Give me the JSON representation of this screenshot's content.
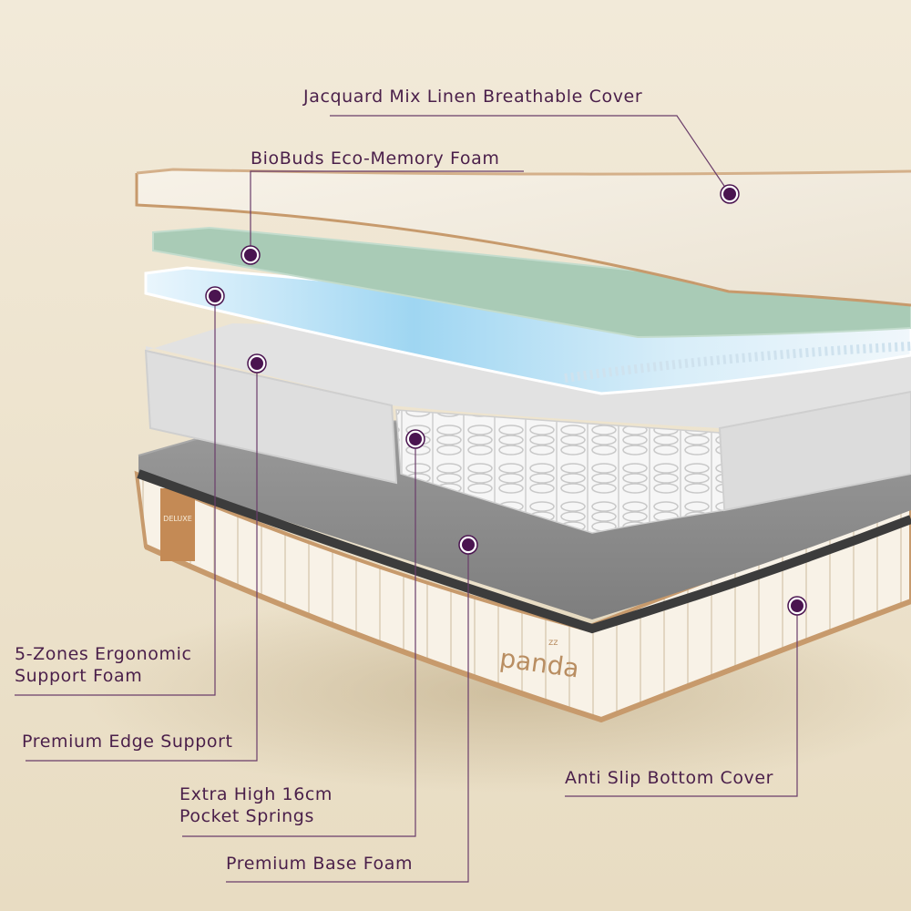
{
  "colors": {
    "background": "#efe6d3",
    "accent": "#4a1450",
    "leader_line": "#6a3d6a",
    "label_text": "#4a1f4a",
    "cover": "#f4efe4",
    "memory_foam": "#a9cbb6",
    "cooling_layer": "#cde9f7",
    "edge_support": "#dcdcdc",
    "springs": "#f3f3f3",
    "base_foam": "#8f8f8f",
    "bottom_cover": "#f7f1e6",
    "trim": "#c79a6c"
  },
  "brand": {
    "logo_text": "panda",
    "logo_mark": "zz",
    "tag_text": "DELUXE"
  },
  "layers": [
    {
      "id": "cover",
      "lines": [
        "Jacquard Mix Linen Breathable Cover"
      ],
      "icon": "dot-marker"
    },
    {
      "id": "memory-foam",
      "lines": [
        "BioBuds Eco-Memory Foam"
      ],
      "icon": "dot-marker"
    },
    {
      "id": "zones-foam",
      "lines": [
        "5-Zones Ergonomic",
        "Support Foam"
      ],
      "icon": "dot-marker"
    },
    {
      "id": "edge-support",
      "lines": [
        "Premium Edge Support"
      ],
      "icon": "dot-marker"
    },
    {
      "id": "springs",
      "lines": [
        "Extra High 16cm",
        "Pocket Springs"
      ],
      "icon": "dot-marker"
    },
    {
      "id": "base-foam",
      "lines": [
        "Premium Base Foam"
      ],
      "icon": "dot-marker"
    },
    {
      "id": "bottom-cover",
      "lines": [
        "Anti Slip Bottom Cover"
      ],
      "icon": "dot-marker"
    }
  ]
}
